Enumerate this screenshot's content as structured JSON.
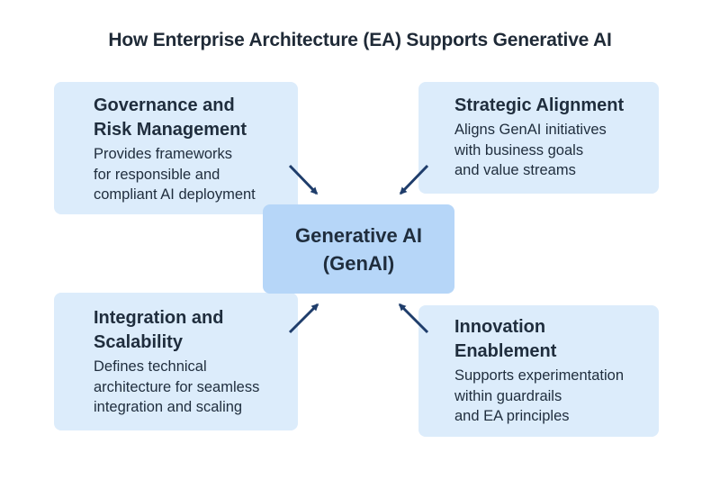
{
  "title": "How Enterprise Architecture (EA) Supports Generative AI",
  "center": {
    "label": "Generative AI\n(GenAI)"
  },
  "cards": {
    "governance": {
      "heading": "Governance and\nRisk Management",
      "description": "Provides frameworks\nfor responsible and\ncompliant AI deployment"
    },
    "strategic": {
      "heading": "Strategic Alignment",
      "description": "Aligns GenAI initiatives\nwith business goals\nand value streams"
    },
    "integration": {
      "heading": "Integration and\nScalability",
      "description": "Defines technical\narchitecture for seamless\nintegration and scaling"
    },
    "innovation": {
      "heading": "Innovation\nEnablement",
      "description": "Supports experimentation\nwithin guardrails\nand EA principles"
    }
  },
  "colors": {
    "card_background": "#dcecfb",
    "center_background": "#b6d6f8",
    "arrow": "#1f3d6b",
    "text": "#1f2d3d"
  }
}
